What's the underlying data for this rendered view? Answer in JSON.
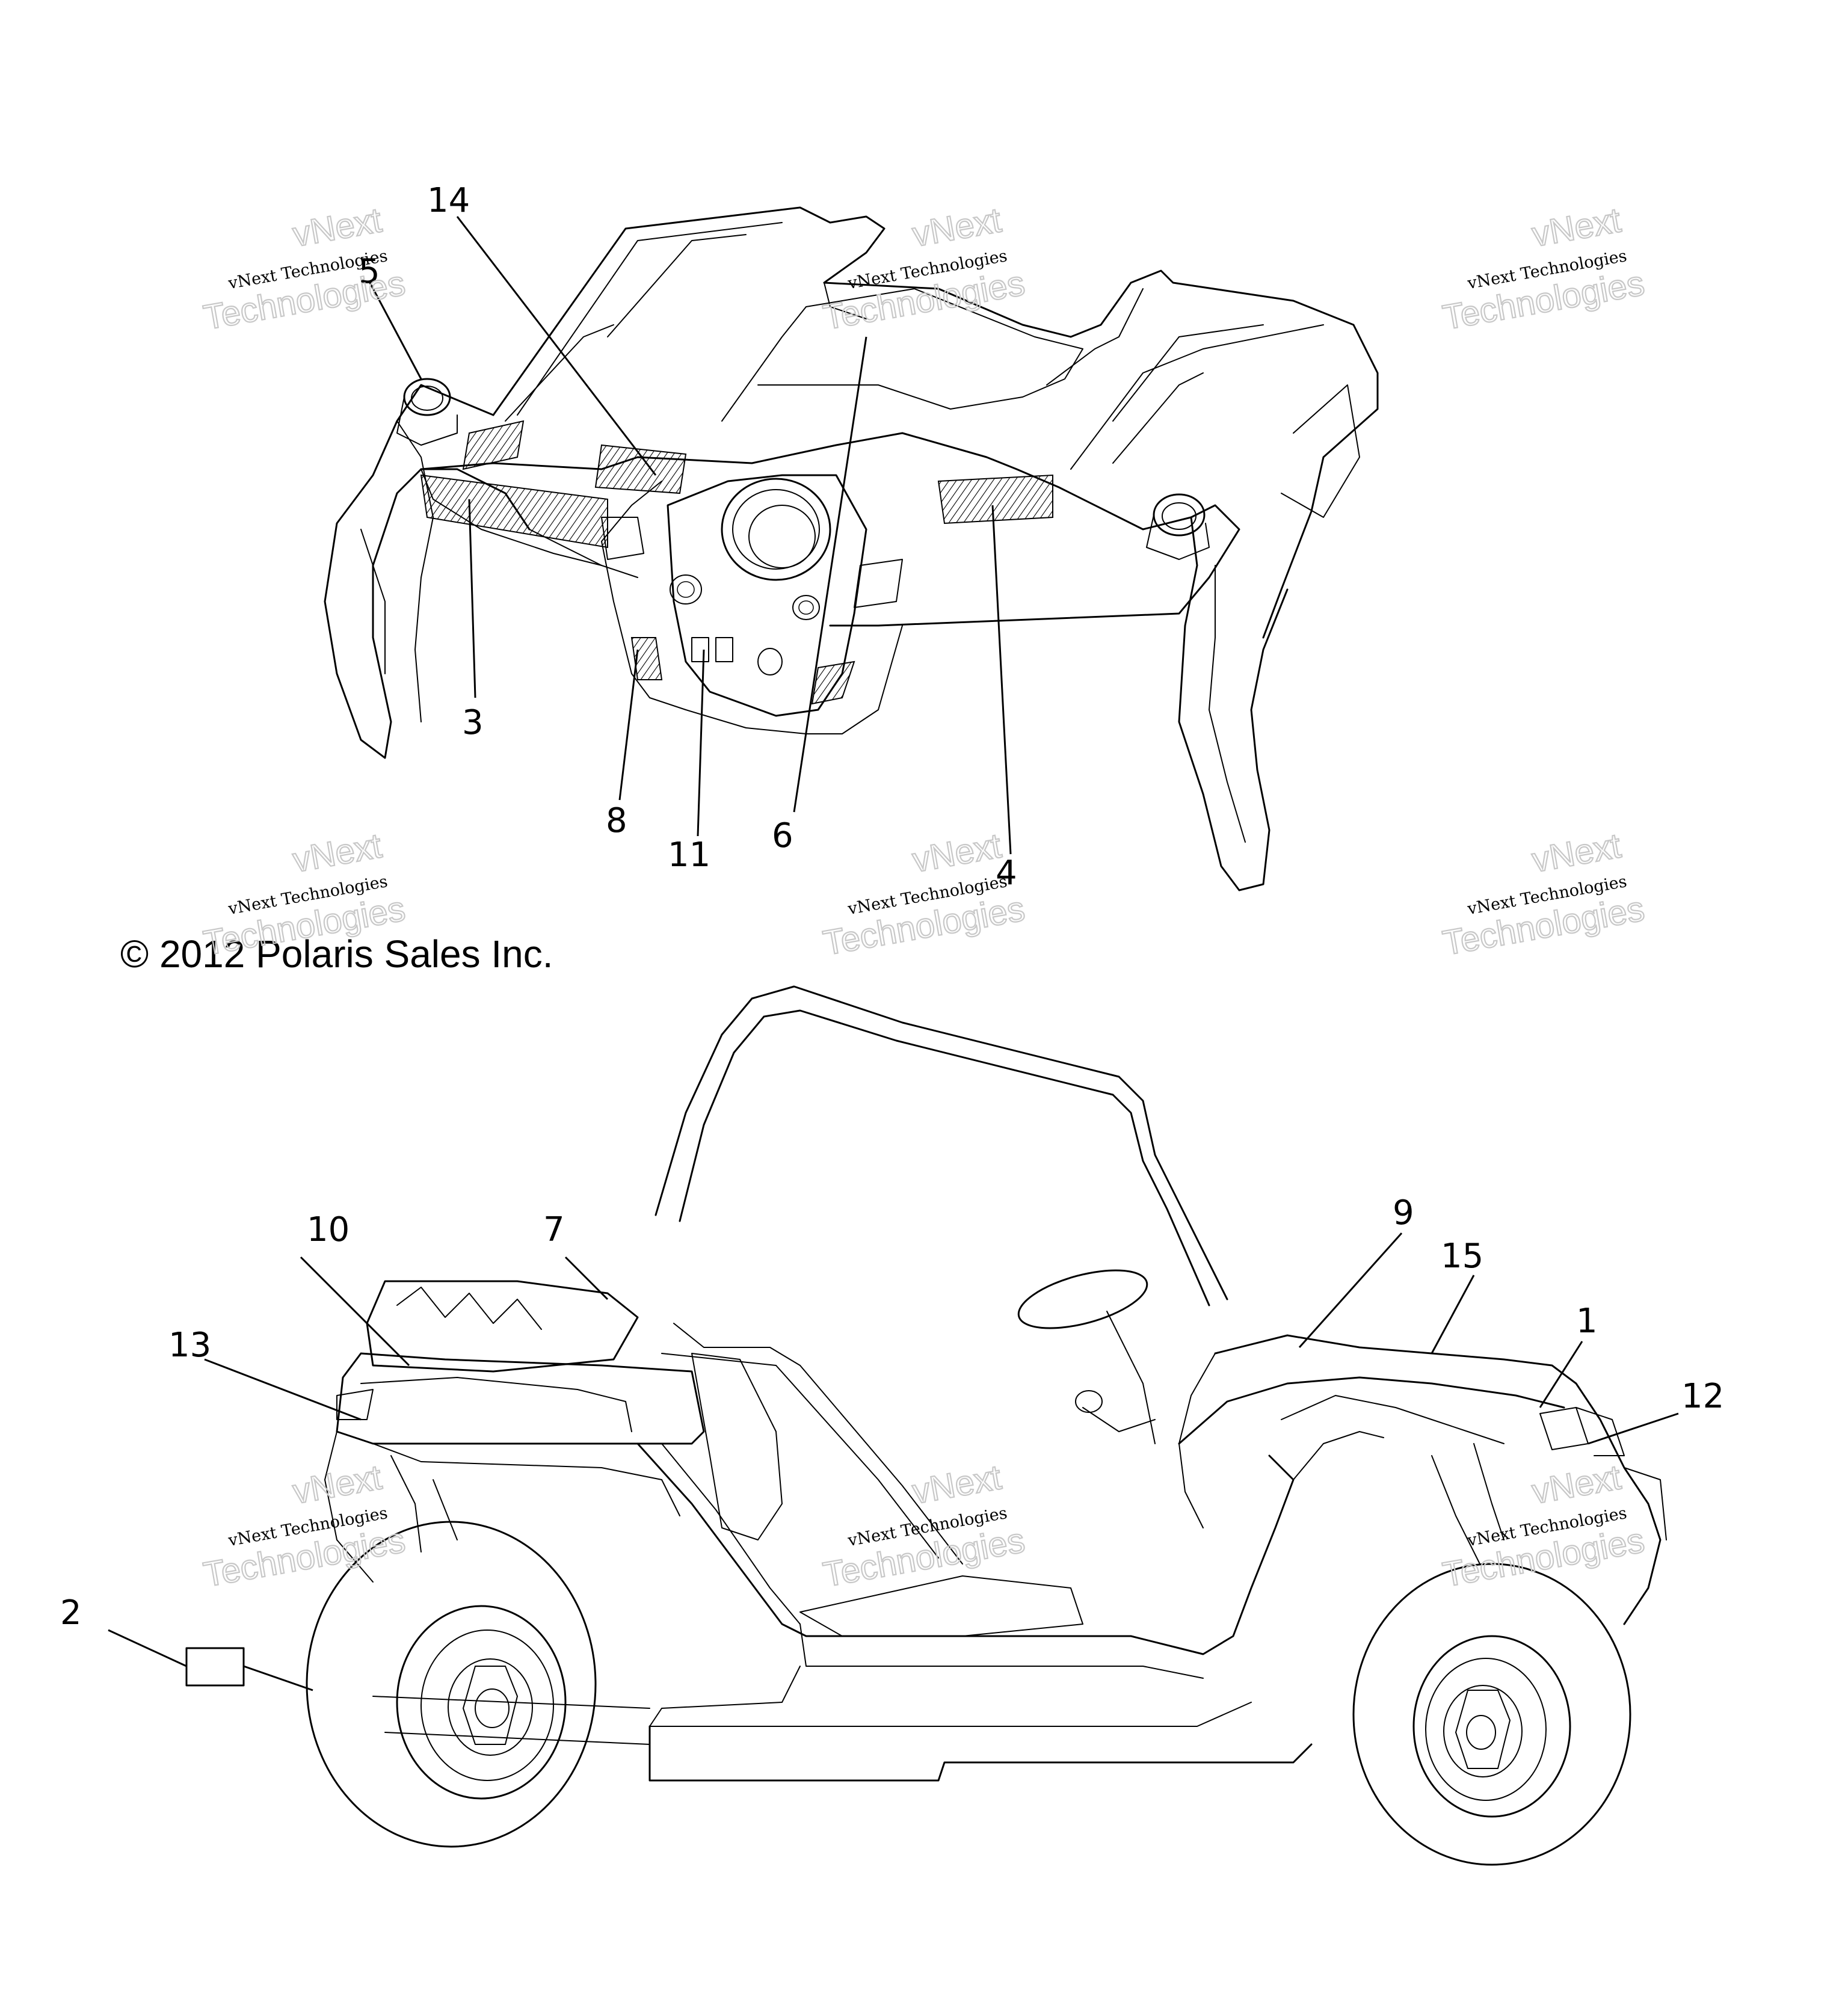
{
  "copyright": "© 2012 Polaris Sales Inc.",
  "watermark": {
    "line1": "vNext",
    "line2": "vNext Technologies",
    "line3": "Technologies"
  },
  "callouts": {
    "c1": "1",
    "c2": "2",
    "c3": "3",
    "c4": "4",
    "c5": "5",
    "c6": "6",
    "c7": "7",
    "c8": "8",
    "c9": "9",
    "c10": "10",
    "c11": "11",
    "c12": "12",
    "c13": "13",
    "c14": "14",
    "c15": "15"
  }
}
